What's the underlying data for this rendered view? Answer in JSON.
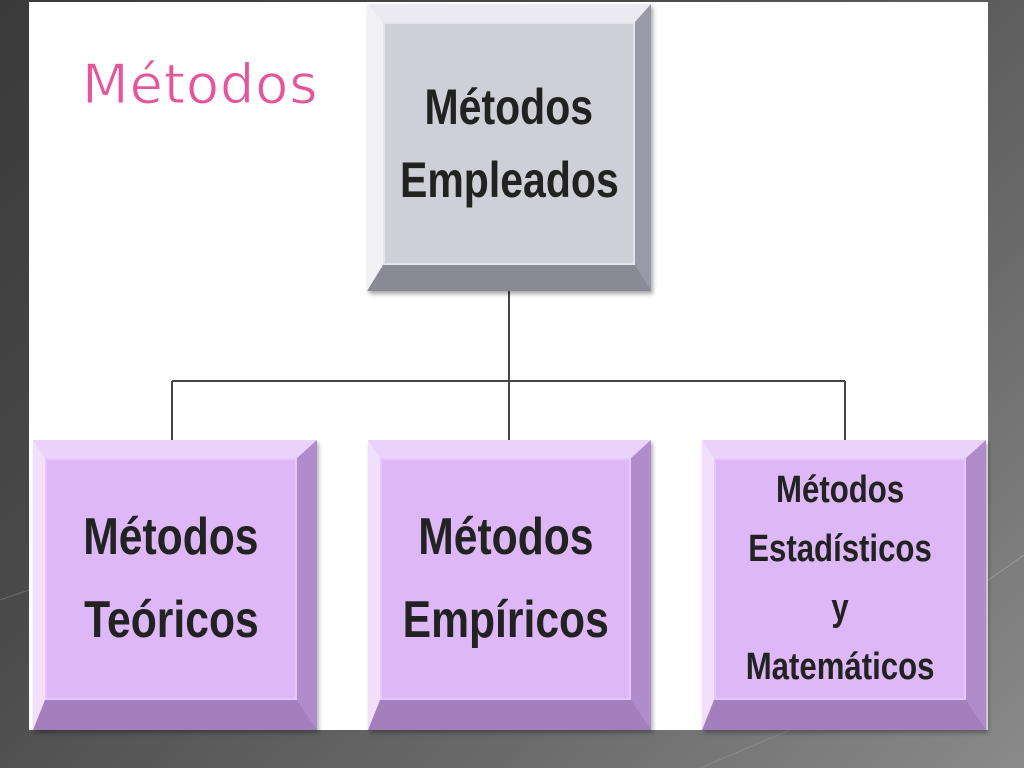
{
  "slide": {
    "title": "Métodos"
  },
  "diagram": {
    "root": {
      "line1": "Métodos",
      "line2": "Empleados"
    },
    "children": [
      {
        "line1": "Métodos",
        "line2": "Teóricos"
      },
      {
        "line1": "Métodos",
        "line2": "Empíricos"
      },
      {
        "line1": "Métodos",
        "line2": "Estadísticos y",
        "line3": "Matemáticos"
      }
    ]
  },
  "colors": {
    "title": "#e0579a",
    "root_box": "#cfcfd8",
    "child_box": "#deb8f6",
    "connector": "#444444",
    "background": "#4a4a4a"
  }
}
